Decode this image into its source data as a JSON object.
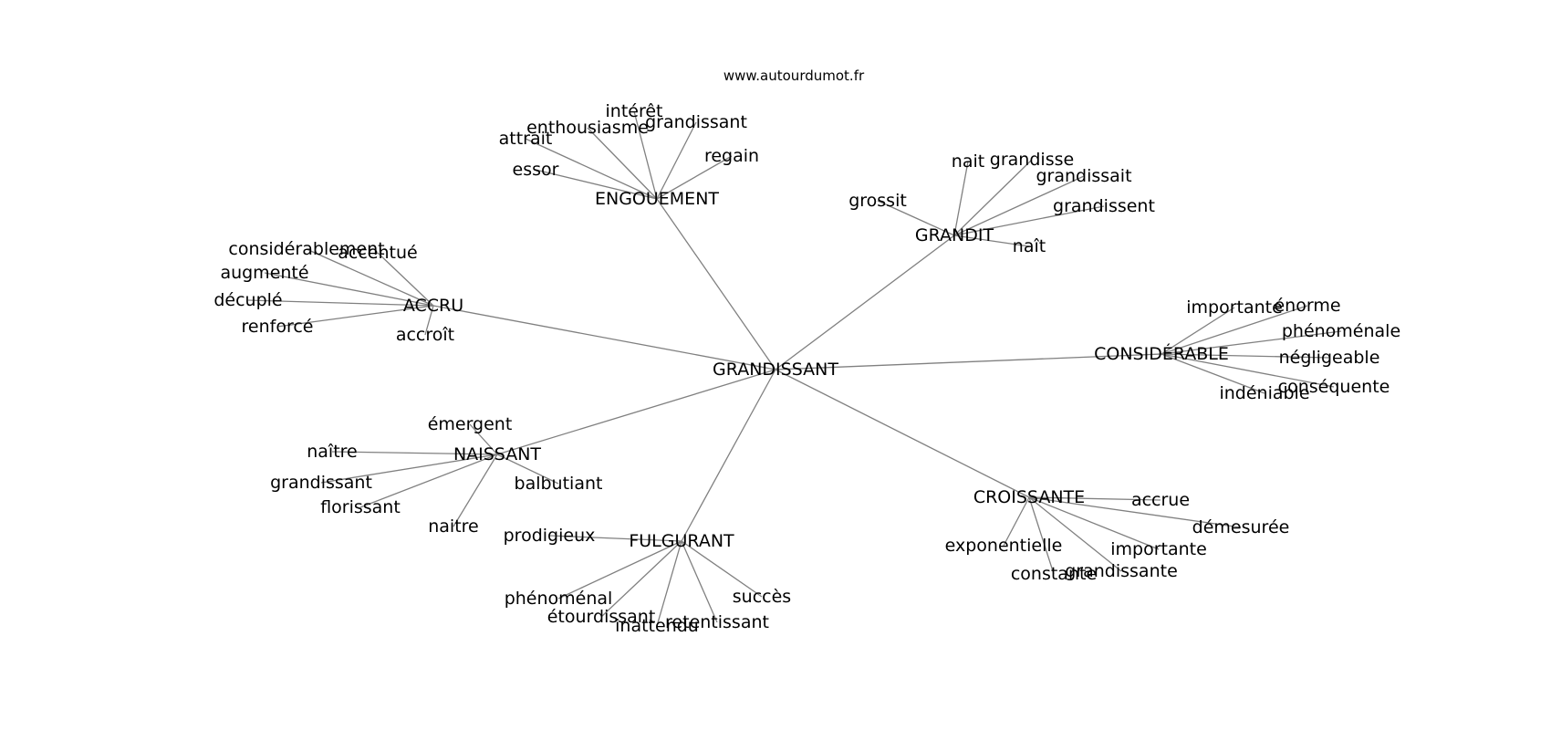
{
  "site": "www.autourdumot.fr",
  "center": "GRANDISSANT",
  "hubs": [
    {
      "id": "engouement",
      "label": "ENGOUEMENT",
      "leaves": [
        "attrait",
        "enthousiasme",
        "intérêt",
        "grandissant",
        "regain",
        "essor"
      ]
    },
    {
      "id": "grandit",
      "label": "GRANDIT",
      "leaves": [
        "nait",
        "grandisse",
        "grandissait",
        "grandissent",
        "naît",
        "grossit"
      ]
    },
    {
      "id": "accru",
      "label": "ACCRU",
      "leaves": [
        "considérablement",
        "accentué",
        "augmenté",
        "décuplé",
        "renforcé",
        "accroît"
      ]
    },
    {
      "id": "considerable",
      "label": "CONSIDÉRABLE",
      "leaves": [
        "importante",
        "énorme",
        "phénoménale",
        "négligeable",
        "conséquente",
        "indéniable"
      ]
    },
    {
      "id": "naissant",
      "label": "NAISSANT",
      "leaves": [
        "émergent",
        "naître",
        "grandissant",
        "florissant",
        "naitre",
        "balbutiant"
      ]
    },
    {
      "id": "croissante",
      "label": "CROISSANTE",
      "leaves": [
        "accrue",
        "démesurée",
        "importante",
        "grandissante",
        "constante",
        "exponentielle"
      ]
    },
    {
      "id": "fulgurant",
      "label": "FULGURANT",
      "leaves": [
        "prodigieux",
        "phénoménal",
        "étourdissant",
        "inattendu",
        "retentissant",
        "succès"
      ]
    }
  ]
}
